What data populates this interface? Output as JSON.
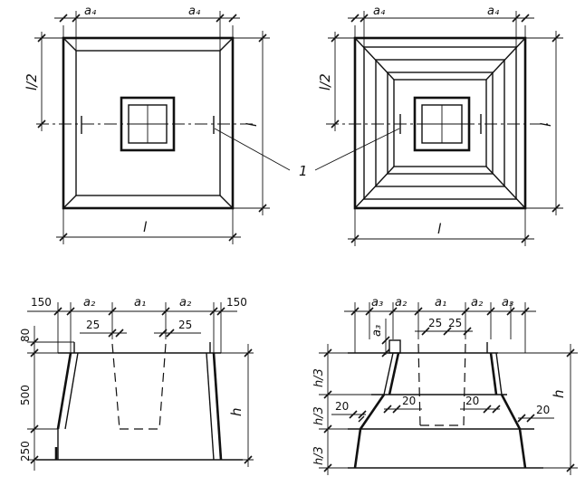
{
  "labels": {
    "a1": "a₁",
    "a2": "a₂",
    "a3": "a₃",
    "a4": "a₄",
    "l": "l",
    "l_half": "l/2",
    "h": "h",
    "h_third": "h/3",
    "callout": "1",
    "d150": "150",
    "d80": "80",
    "d25": "25",
    "d500": "500",
    "d250": "250",
    "d20": "20"
  },
  "colors": {
    "line": "#111111",
    "background": "#ffffff"
  }
}
